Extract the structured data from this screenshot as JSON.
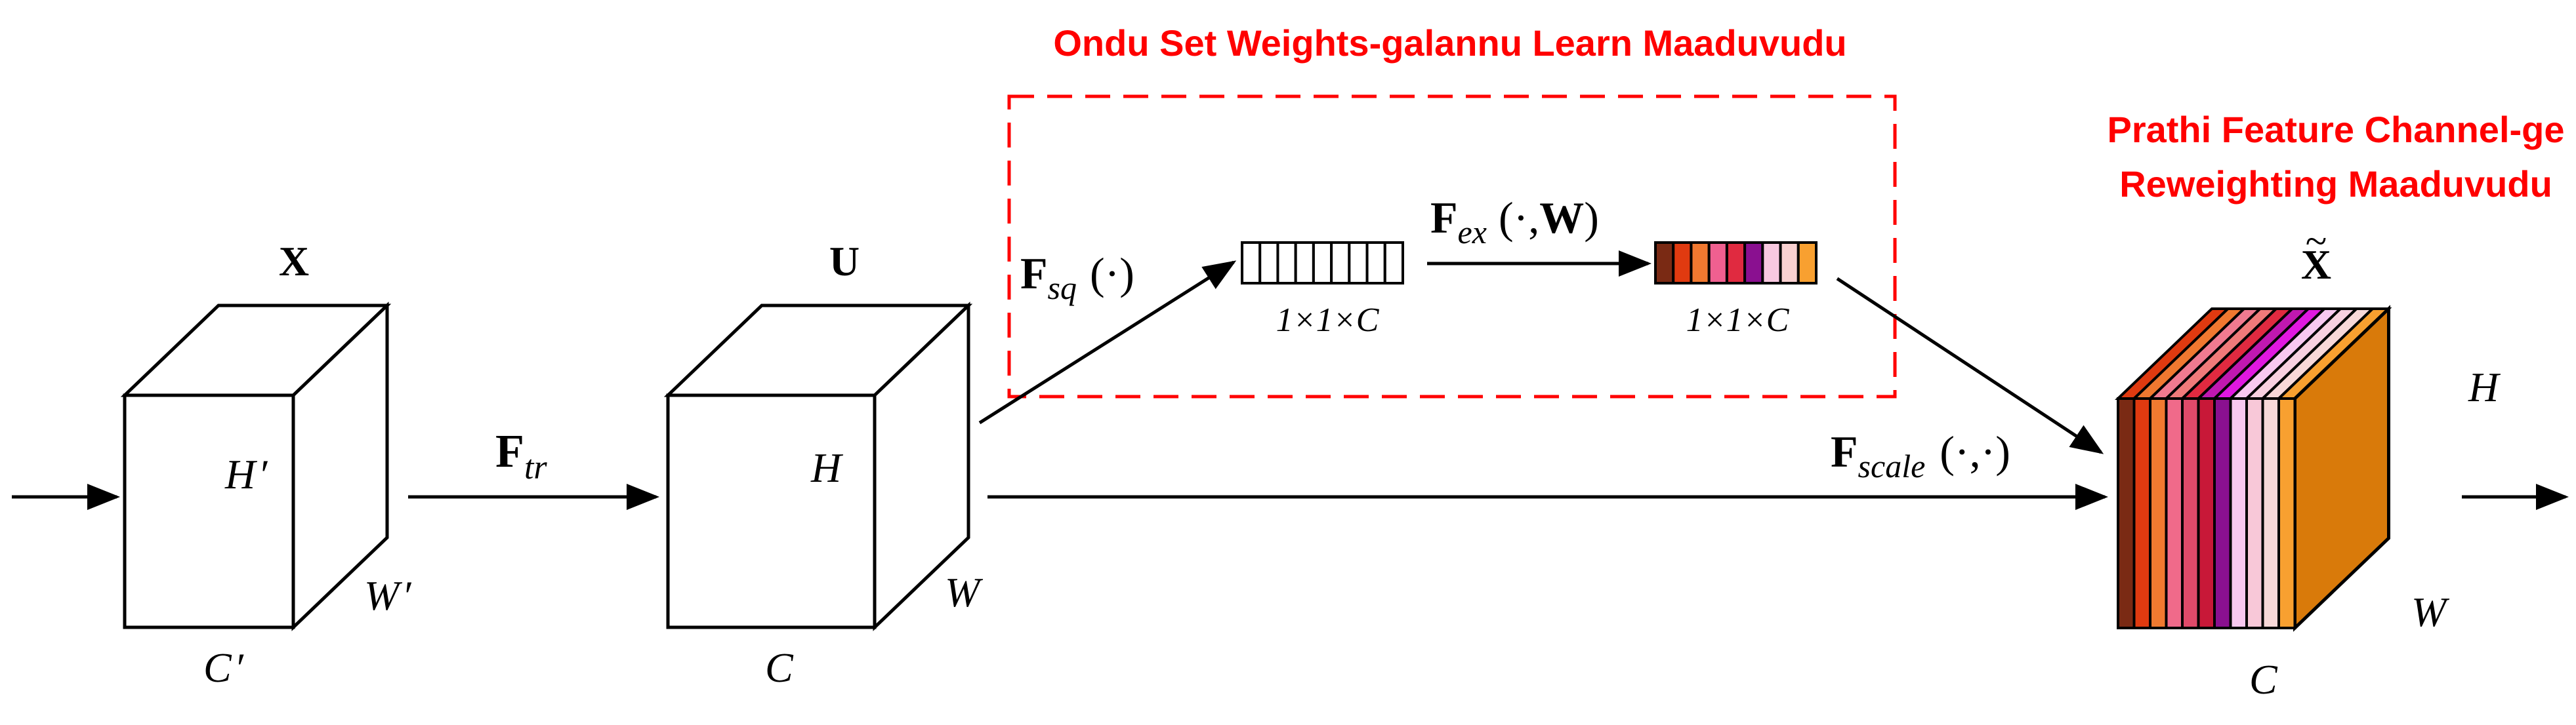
{
  "headings": {
    "learn_weights": "Ondu Set Weights-galannu Learn Maaduvudu",
    "reweight_line1": "Prathi Feature Channel-ge",
    "reweight_line2": "Reweighting Maaduvudu"
  },
  "tensors": {
    "input": {
      "name": "X",
      "height": "H",
      "height_prime": "′",
      "width": "W",
      "width_prime": "′",
      "channels": "C",
      "channels_prime": "′"
    },
    "transformed": {
      "name": "U",
      "height": "H",
      "width": "W",
      "channels": "C"
    },
    "output": {
      "name": "X",
      "tilde": "~",
      "height": "H",
      "width": "W",
      "channels": "C"
    }
  },
  "vectors": {
    "squeezed": {
      "label": "1×1×C",
      "cells": 9
    },
    "excited": {
      "label": "1×1×C",
      "colors": [
        "#7a2a14",
        "#e03a10",
        "#f07830",
        "#f06090",
        "#e02a40",
        "#8a1090",
        "#f8c8e0",
        "#f8d0d0",
        "#f8a030"
      ]
    }
  },
  "operations": {
    "transform": {
      "main": "F",
      "sub": "tr"
    },
    "squeeze": {
      "main": "F",
      "sub": "sq",
      "args": "(·)"
    },
    "excite": {
      "main": "F",
      "sub": "ex",
      "args_open": "(·,",
      "args_bold": "W",
      "args_close": ")"
    },
    "scale": {
      "main": "F",
      "sub": "scale",
      "args": "(·,·)"
    }
  },
  "output_slices": [
    "#7a2a14",
    "#e03a10",
    "#f07a30",
    "#f06a8a",
    "#e04a6a",
    "#c81838",
    "#8a1090",
    "#f8c8f0",
    "#f8c8d8",
    "#f8d8d8",
    "#f8a030"
  ],
  "output_top_slices": [
    "#e03a10",
    "#f07830",
    "#f07a90",
    "#f07a7a",
    "#e02a40",
    "#c018b0",
    "#e018e0",
    "#f8c8f0",
    "#f8d0e0",
    "#f8d8d8",
    "#f8a030"
  ],
  "colors": {
    "highlight": "#ff0000",
    "stroke": "#000000",
    "side_face": "#d97a0a"
  }
}
